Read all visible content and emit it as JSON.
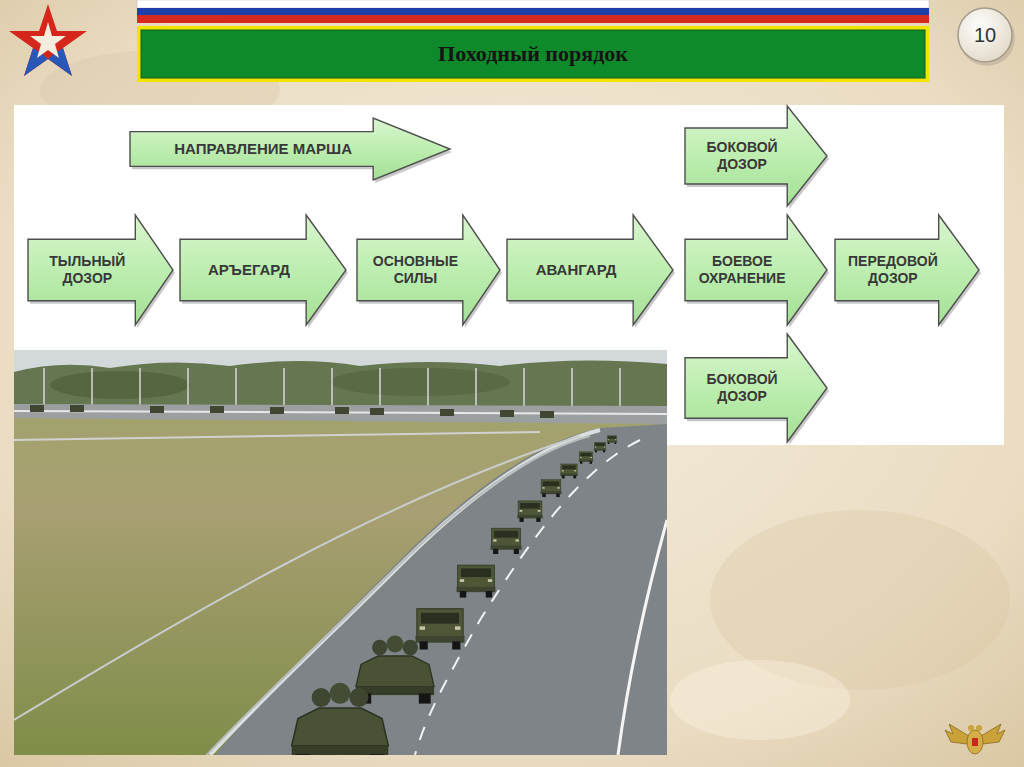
{
  "diagram": {
    "title": "Походный порядок",
    "nodes": [
      {
        "text": [
          "НАПРАВЛЕНИЕ МАРША"
        ]
      },
      {
        "text": [
          "БОКОВОЙ ДОЗОР"
        ]
      },
      {
        "text": [
          "ТЫЛЬНЫЙ ДОЗОР"
        ]
      },
      {
        "text": [
          "АРЪЕГАРД"
        ]
      },
      {
        "text": [
          "ОСНОВНЫЕ СИЛЫ"
        ]
      },
      {
        "text": [
          "АВАНГАРД"
        ]
      },
      {
        "text": [
          "БОЕВОЕ ОХРАНЕНИЕ"
        ]
      },
      {
        "text": [
          "ПЕРЕДОВОЙ ДОЗОР"
        ]
      },
      {
        "text": [
          "БОКОВОЙ ДОЗОР"
        ]
      }
    ],
    "labels": [
      "10"
    ]
  }
}
